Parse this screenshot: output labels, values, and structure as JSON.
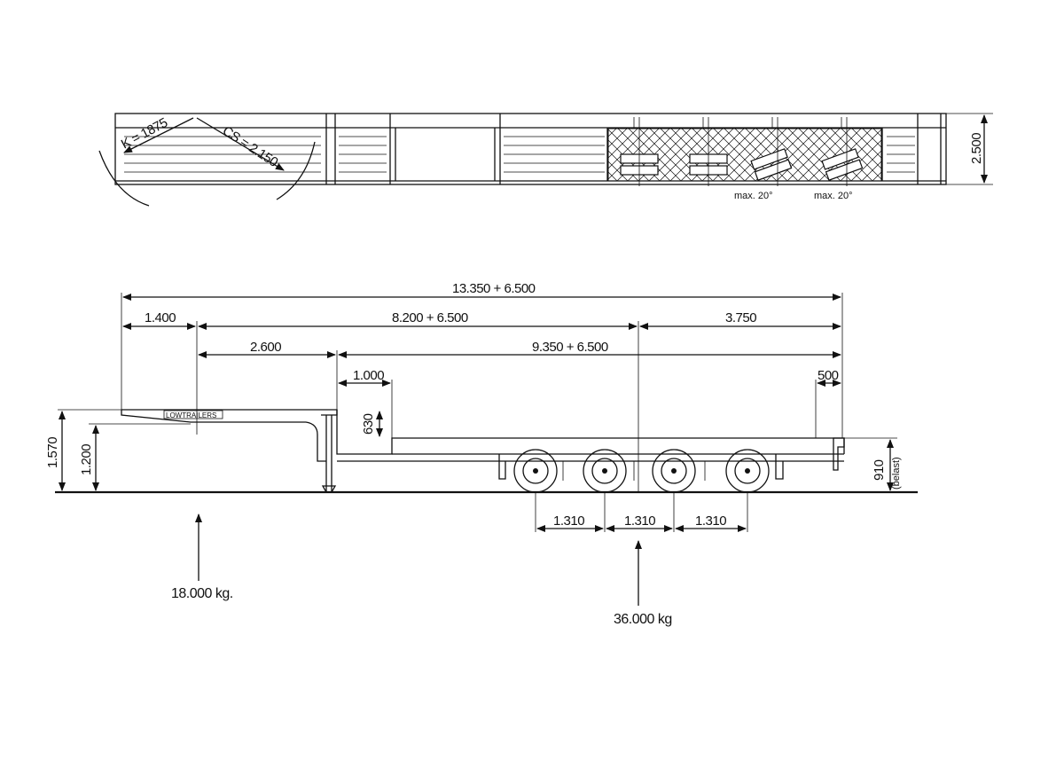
{
  "top_view": {
    "radius_k": "K = 1875",
    "radius_cs": "CS = 2.150",
    "width_dim": "2.500",
    "steer_angle_1": "max. 20°",
    "steer_angle_2": "max. 20°"
  },
  "side_view": {
    "overall_length": "13.350 + 6.500",
    "front_overhang": "1.400",
    "middle_length": "8.200 + 6.500",
    "rear_overhang": "3.750",
    "gooseneck_length": "2.600",
    "deck_length": "9.350 + 6.500",
    "step_length": "1.000",
    "rear_end_length": "500",
    "step_height": "630",
    "coupling_height": "1.570",
    "gooseneck_height": "1.200",
    "deck_height": "910",
    "deck_height_note": "(belast)",
    "axle_spacing_1": "1.310",
    "axle_spacing_2": "1.310",
    "axle_spacing_3": "1.310",
    "brand_plate": "LOWTRAILERS"
  },
  "loads": {
    "kingpin_load": "18.000 kg.",
    "axle_load": "36.000 kg"
  }
}
